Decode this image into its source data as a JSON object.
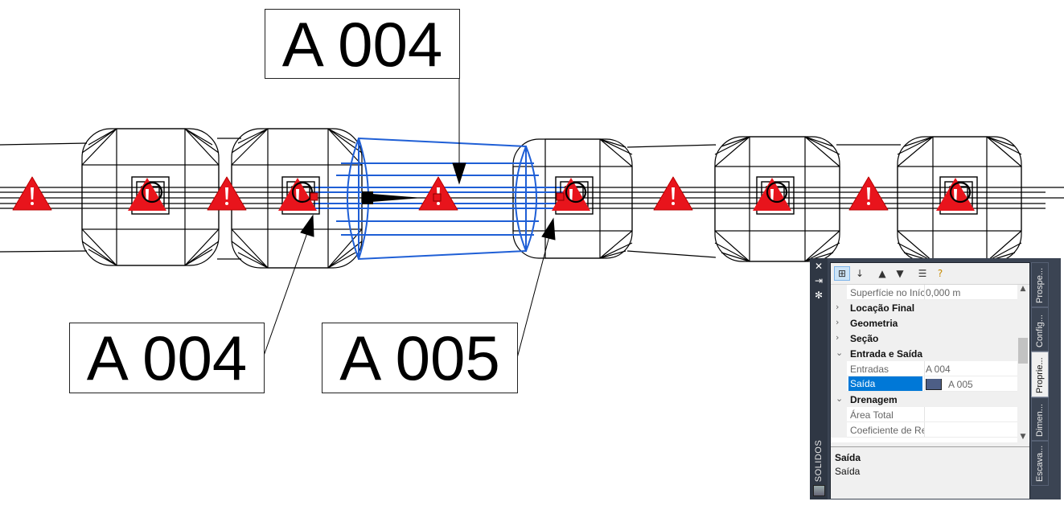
{
  "drawing": {
    "labels": [
      {
        "id": "top",
        "text": "A 004"
      },
      {
        "id": "bottom-left",
        "text": "A 004"
      },
      {
        "id": "bottom-right",
        "text": "A 005"
      }
    ],
    "colors": {
      "selection": "#1f5fd6",
      "warning": "#e8141c",
      "lines": "#000000"
    }
  },
  "palette": {
    "title": "SOLIDOS",
    "side_buttons": [
      {
        "icon": "close-icon",
        "glyph": "✕"
      },
      {
        "icon": "pin-icon",
        "glyph": "⇥"
      },
      {
        "icon": "settings-icon",
        "glyph": "✻"
      }
    ],
    "toolbar": [
      {
        "icon": "categorized-icon",
        "glyph": "⊞"
      },
      {
        "icon": "alphabetical-icon",
        "glyph": "↓"
      },
      {
        "icon": "expand-icon",
        "glyph": "▲"
      },
      {
        "icon": "collapse-icon",
        "glyph": "▼"
      },
      {
        "icon": "property-pages-icon",
        "glyph": "☰"
      },
      {
        "icon": "help-icon",
        "glyph": "?"
      }
    ],
    "rows": [
      {
        "type": "prop",
        "name": "Superfície no Início",
        "value": "0,000 m"
      },
      {
        "type": "cat",
        "name": "Locação Final",
        "expanded": false
      },
      {
        "type": "cat",
        "name": "Geometria",
        "expanded": false
      },
      {
        "type": "cat",
        "name": "Seção",
        "expanded": false
      },
      {
        "type": "cat",
        "name": "Entrada e Saída",
        "expanded": true
      },
      {
        "type": "prop",
        "name": "Entradas",
        "value": "A 004"
      },
      {
        "type": "prop",
        "name": "Saída",
        "value": "A 005",
        "selected": true
      },
      {
        "type": "cat",
        "name": "Drenagem",
        "expanded": true
      },
      {
        "type": "prop",
        "name": "Área Total",
        "value": ""
      },
      {
        "type": "prop",
        "name": "Coeficiente de Retorno",
        "value": ""
      }
    ],
    "description": {
      "title": "Saída",
      "text": "Saída"
    },
    "tabs": [
      "Prospe...",
      "Config...",
      "Proprie...",
      "Dimen...",
      "Escava..."
    ],
    "active_tab": "Proprie..."
  }
}
